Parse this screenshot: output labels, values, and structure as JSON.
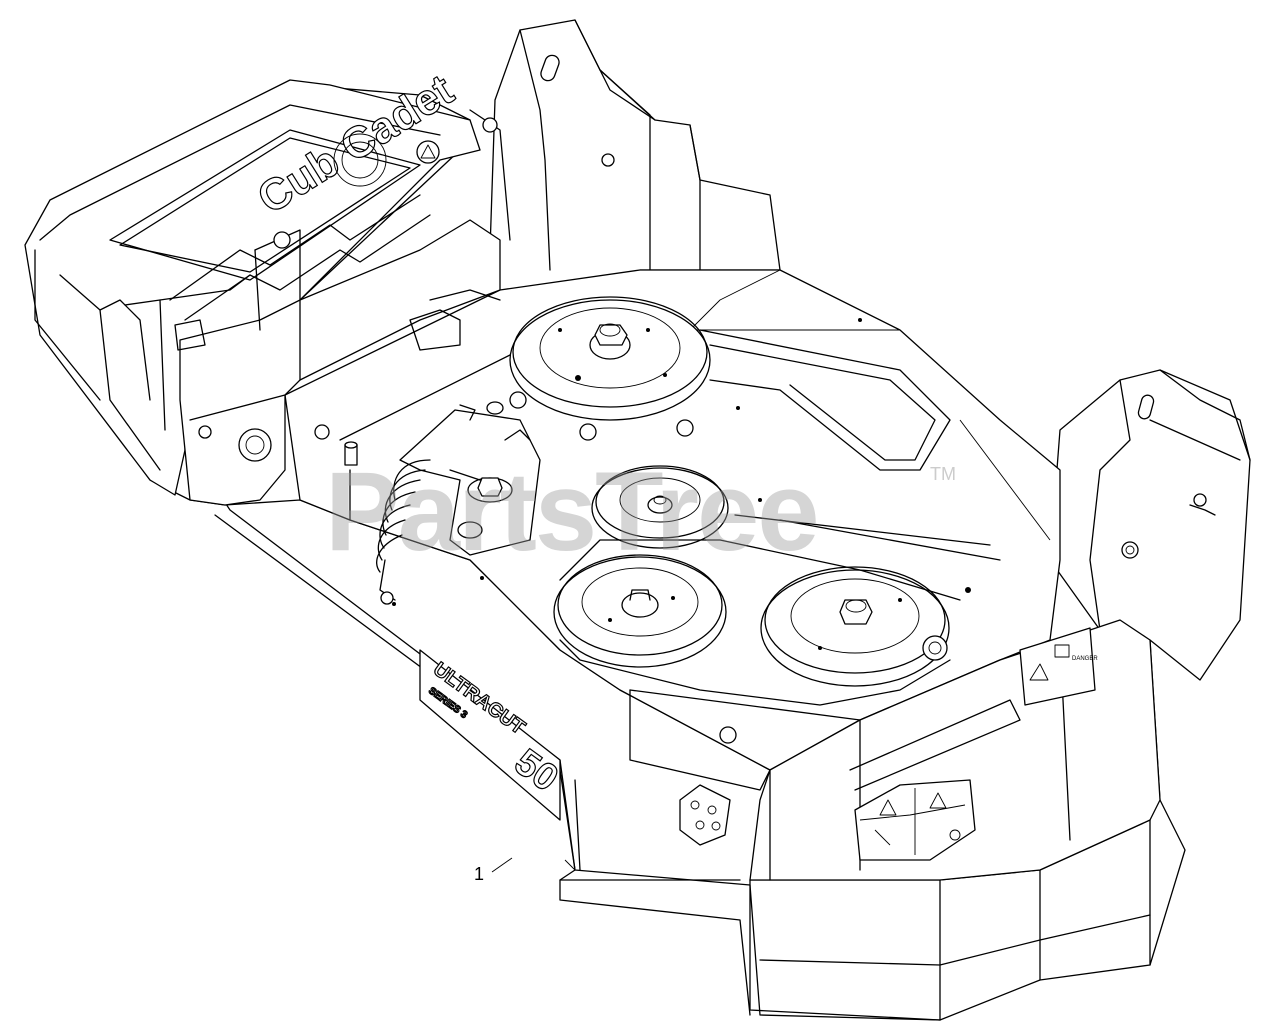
{
  "diagram": {
    "callouts": [
      {
        "label": "1"
      }
    ],
    "watermark": {
      "text": "PartsTree",
      "trademark": "TM"
    },
    "deck_labels": {
      "brand": "Cub Cadet",
      "model_badge": "ULTRACUT",
      "series": "SERIES 3",
      "size": "50"
    },
    "warning_decal": {
      "text": "DANGER"
    }
  }
}
